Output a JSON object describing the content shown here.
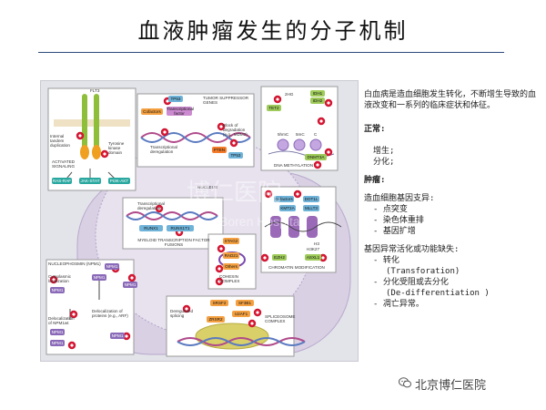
{
  "title": "血液肿瘤发生的分子机制",
  "figure": {
    "flt3": {
      "gene": "FLT3",
      "itd": "Internal tandem duplication",
      "tkd": "Tyrosine kinase domain",
      "activated": "ACTIVATED SIGNALING",
      "ras": "RAS-RAF",
      "jak": "JAK-STAT",
      "pi3k": "PI3K-AKT"
    },
    "tsg": {
      "header": "TUMOR SUPPRESSOR GENES",
      "tp53": "TP53",
      "cofactors": "Cofactors",
      "tf": "Transcriptional factor",
      "dereg": "Transcriptional deregulation",
      "block": "Block of degradation (e.g., MDM2)",
      "pten": "PTEN",
      "tp53b": "TP53"
    },
    "dna": {
      "tet2": "TET2",
      "idh1": "IDH1",
      "idh2": "IDH2",
      "dnmt3a": "DNMT3A",
      "header": "DNA METHYLATION",
      "c1": "5hmC",
      "c2": "5mC",
      "c3": "C",
      "a": "2HG"
    },
    "myeloid": {
      "dereg": "Transcriptional deregulation",
      "runx1": "RUNX1",
      "runx1t1": "RUNX1T1",
      "header": "MYELOID TRANSCRIPTION FACTOR FUSIONS",
      "nucleus": "NUCLEUS"
    },
    "chromatin": {
      "cofactors": "Cofactors",
      "dot1l": "DOT1L",
      "kmt2a": "KMT2A",
      "mllt3": "MLLT3",
      "h3": "H3",
      "h3k27": "H3K27",
      "ezh2": "EZH2",
      "asxl1": "ASXL1",
      "header": "CHROMATIN MODIFICATION"
    },
    "npm1": {
      "header": "NUCLEOPHOSMIN (NPM1)",
      "cyto": "Cytoplasmic localization",
      "npm1": "NPM1",
      "deloc": "Delocalization of NPM1wt",
      "prot": "Delocalization of proteins (e.g., ARF)"
    },
    "cohesin": {
      "stag2": "STAG2",
      "rad21": "RAD21",
      "others": "Others",
      "header": "COHESIN COMPLEX"
    },
    "splice": {
      "sf3b1": "SF3B1",
      "srsf2": "SRSF2",
      "u2af1": "U2AF1",
      "zrsr2": "ZRSR2",
      "dereg": "Deregulated splicing",
      "header": "SPLICEOSOME COMPLEX"
    }
  },
  "side": {
    "intro": "白血病是造血细胞发生转化，不断增生导致的血液改变和一系列的临床症状和体征。",
    "normal_label": "正常:",
    "normal_items": [
      "增生;",
      "分化;"
    ],
    "tumor_label": "肿瘤:",
    "support_title": "造血细胞基因支异:",
    "support_items": [
      "- 点突变",
      "- 染色体重排",
      "- 基因扩增"
    ],
    "abnormal_title": "基因异常活化或功能缺失:",
    "abnormal_items": [
      {
        "zh": "- 转化",
        "en": "(Transforation)"
      },
      {
        "zh": "- 分化受阻或去分化",
        "en": "(De-differentiation )"
      },
      {
        "zh": "- 凋亡异常。",
        "en": ""
      }
    ]
  },
  "watermark": {
    "text": "北京博仁医院",
    "center_cn": "博仁医院",
    "center_en": "Boren Hospital"
  },
  "colors": {
    "title_rule": "#2b4a7a",
    "mutation_marker": "#e0203a",
    "receptor": "#8fbf3a",
    "cell_fill": "#d9d0e4"
  }
}
